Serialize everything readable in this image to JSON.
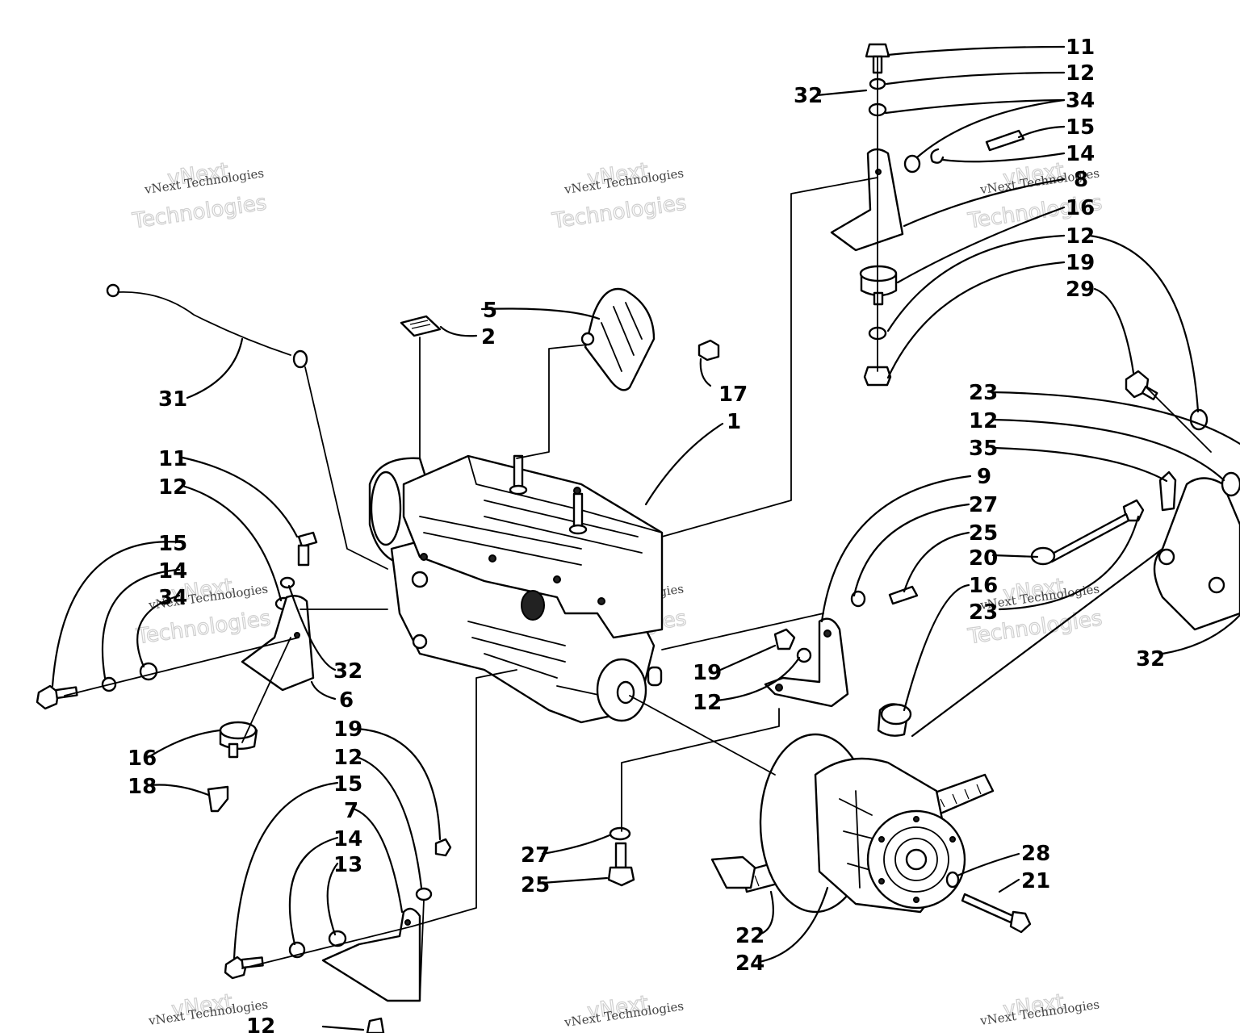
{
  "watermark": {
    "line1": "vNext Technologies",
    "line2": "vNext",
    "line3": "Technologies"
  },
  "callouts": [
    {
      "id": "c11a",
      "label": "11"
    },
    {
      "id": "c12a",
      "label": "12"
    },
    {
      "id": "c32a",
      "label": "32"
    },
    {
      "id": "c34a",
      "label": "34"
    },
    {
      "id": "c15a",
      "label": "15"
    },
    {
      "id": "c14a",
      "label": "14"
    },
    {
      "id": "c8",
      "label": "8"
    },
    {
      "id": "c16a",
      "label": "16"
    },
    {
      "id": "c12b",
      "label": "12"
    },
    {
      "id": "c19a",
      "label": "19"
    },
    {
      "id": "c29",
      "label": "29"
    },
    {
      "id": "c5",
      "label": "5"
    },
    {
      "id": "c2",
      "label": "2"
    },
    {
      "id": "c17",
      "label": "17"
    },
    {
      "id": "c1",
      "label": "1"
    },
    {
      "id": "c31",
      "label": "31"
    },
    {
      "id": "c23a",
      "label": "23"
    },
    {
      "id": "c12c",
      "label": "12"
    },
    {
      "id": "c35",
      "label": "35"
    },
    {
      "id": "c9",
      "label": "9"
    },
    {
      "id": "c27a",
      "label": "27"
    },
    {
      "id": "c25a",
      "label": "25"
    },
    {
      "id": "c20",
      "label": "20"
    },
    {
      "id": "c16b",
      "label": "16"
    },
    {
      "id": "c23b",
      "label": "23"
    },
    {
      "id": "c32b",
      "label": "32"
    },
    {
      "id": "c11b",
      "label": "11"
    },
    {
      "id": "c12d",
      "label": "12"
    },
    {
      "id": "c15b",
      "label": "15"
    },
    {
      "id": "c14b",
      "label": "14"
    },
    {
      "id": "c34b",
      "label": "34"
    },
    {
      "id": "c32c",
      "label": "32"
    },
    {
      "id": "c6",
      "label": "6"
    },
    {
      "id": "c16c",
      "label": "16"
    },
    {
      "id": "c18",
      "label": "18"
    },
    {
      "id": "c19b",
      "label": "19"
    },
    {
      "id": "c12e",
      "label": "12"
    },
    {
      "id": "c19c",
      "label": "19"
    },
    {
      "id": "c12f",
      "label": "12"
    },
    {
      "id": "c15c",
      "label": "15"
    },
    {
      "id": "c7",
      "label": "7"
    },
    {
      "id": "c14c",
      "label": "14"
    },
    {
      "id": "c13",
      "label": "13"
    },
    {
      "id": "c27b",
      "label": "27"
    },
    {
      "id": "c25b",
      "label": "25"
    },
    {
      "id": "c28",
      "label": "28"
    },
    {
      "id": "c21",
      "label": "21"
    },
    {
      "id": "c22",
      "label": "22"
    },
    {
      "id": "c24",
      "label": "24"
    },
    {
      "id": "c12g",
      "label": "12"
    }
  ]
}
